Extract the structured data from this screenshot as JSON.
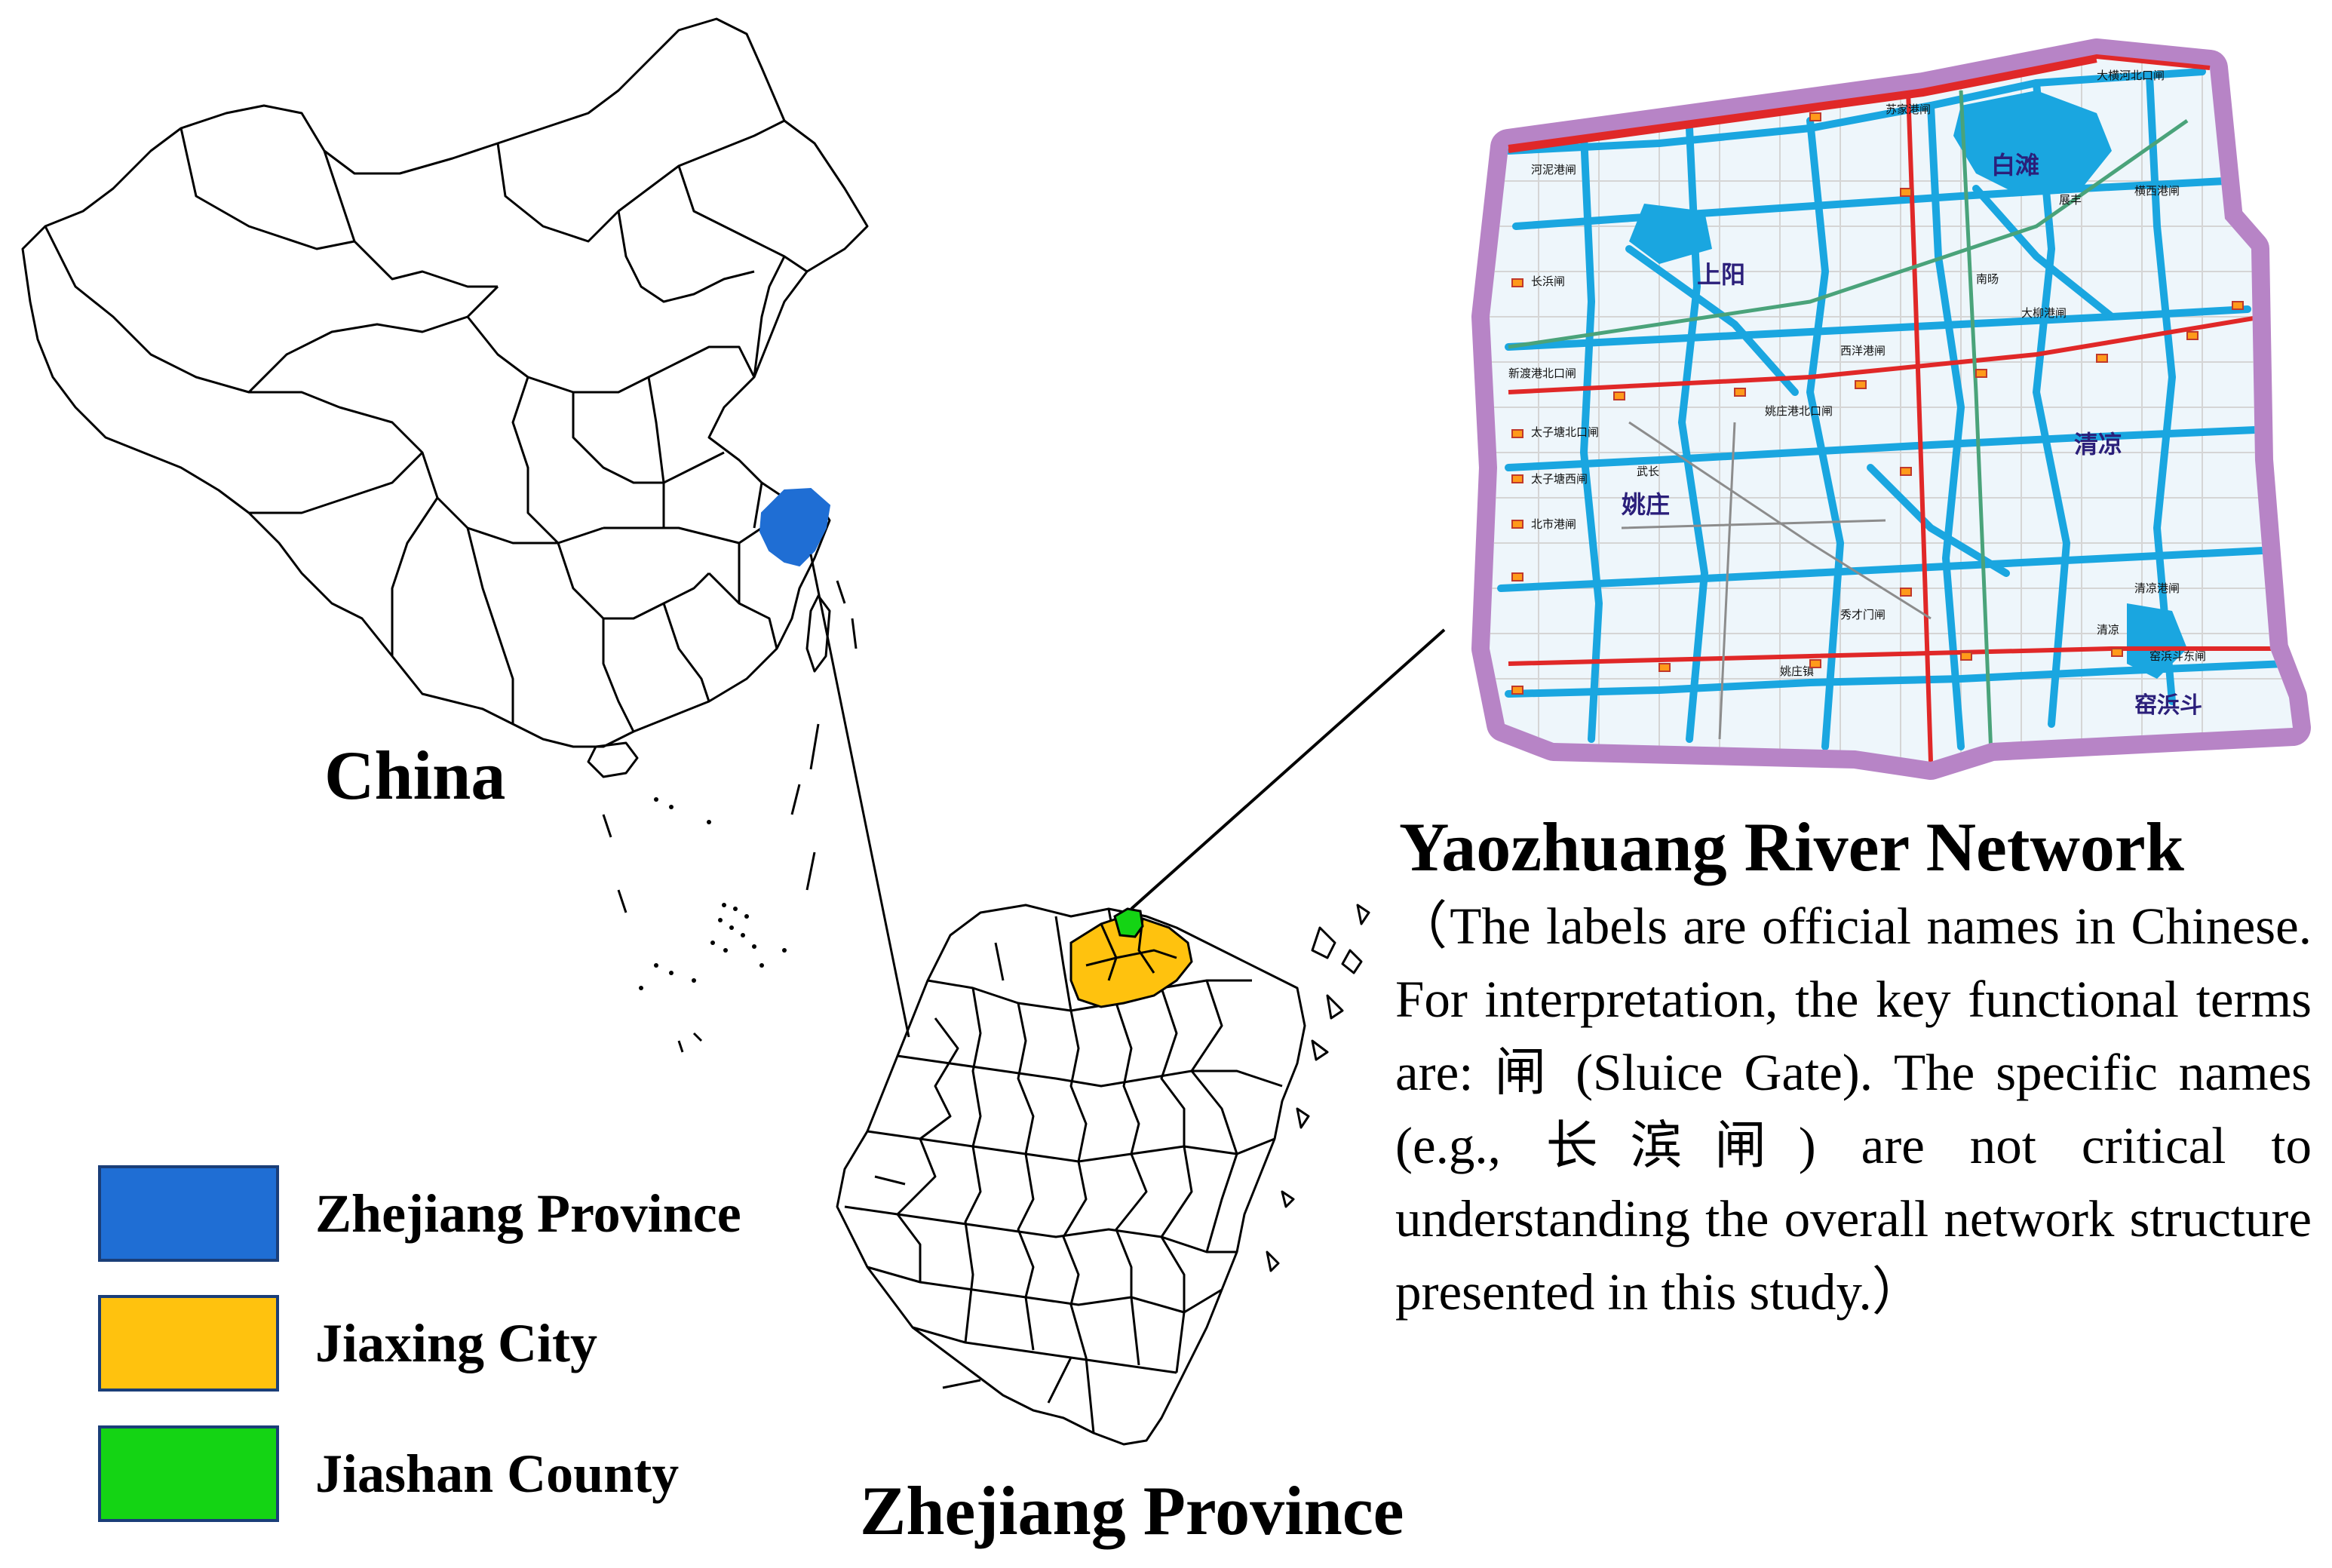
{
  "colors": {
    "zhejiang": "#1f6ed4",
    "jiaxing": "#ffc20e",
    "jiashan": "#14d414",
    "water": "#1aa6e0",
    "border": "#b784c6",
    "road": "#e02828"
  },
  "maps": {
    "china": {
      "title": "China"
    },
    "zhejiang": {
      "title": "Zhejiang Province"
    },
    "river": {
      "title": "Yaozhuang River Network",
      "note": "（The labels are official names in Chinese. For interpretation, the key functional terms are: 闸 (Sluice Gate). The specific names (e.g., 长滨闸) are not critical to understanding the overall network structure presented in this study.）",
      "region_labels": [
        "白滩",
        "上阳",
        "清凉",
        "姚庄",
        "窑浜斗",
        "姚庄镇",
        "清凉",
        "武长",
        "南旸",
        "展丰"
      ],
      "gate_labels": [
        "河泥港闸",
        "长浜闸",
        "太子塘北口闸",
        "太子塘西闸",
        "北市港闸",
        "新渡港北口闸",
        "姚庄港北口闸",
        "清凉港闸",
        "窑浜斗东闸",
        "横西港闸",
        "苏家港闸",
        "大横河北口闸",
        "西洋港闸",
        "大柳港闸",
        "秀才门闸"
      ]
    }
  },
  "legend": [
    {
      "label": "Zhejiang Province",
      "color": "#1f6ed4"
    },
    {
      "label": "Jiaxing City",
      "color": "#ffc20e"
    },
    {
      "label": "Jiashan County",
      "color": "#14d414"
    }
  ]
}
